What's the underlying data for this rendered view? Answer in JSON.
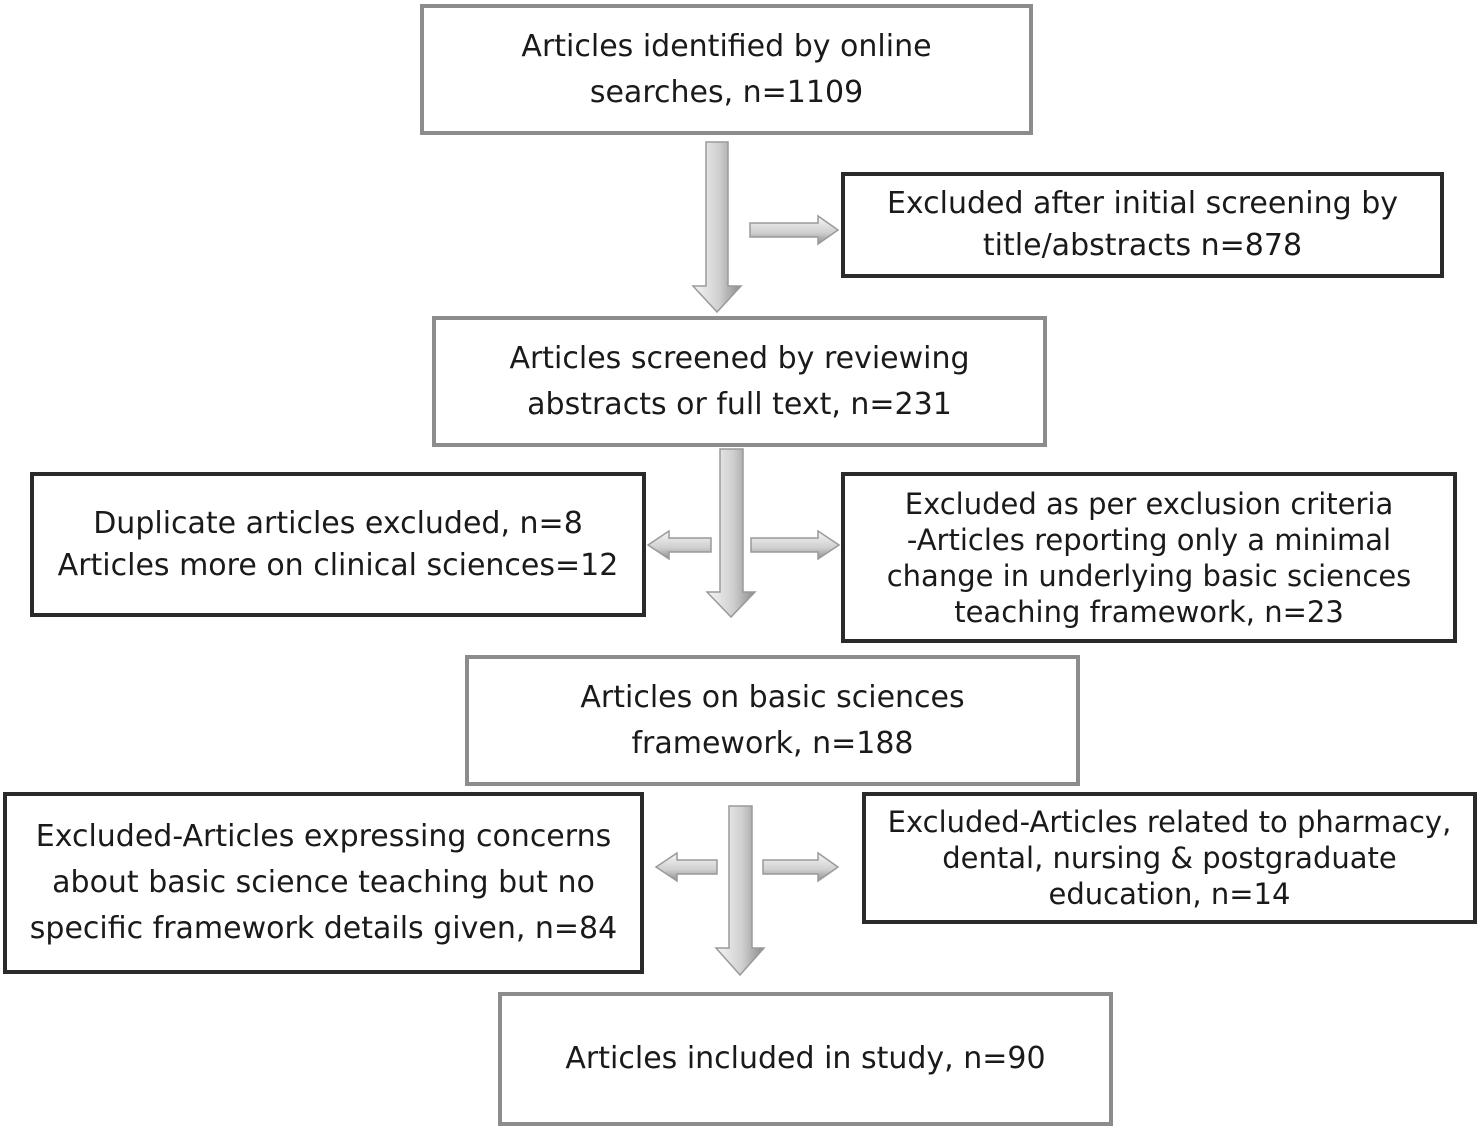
{
  "nodes": {
    "identified": {
      "lines": [
        "Articles identified by online",
        "searches, n=1109"
      ]
    },
    "excluded_initial": {
      "lines": [
        "Excluded after initial screening by",
        "title/abstracts n=878"
      ]
    },
    "screened": {
      "lines": [
        "Articles screened by reviewing",
        "abstracts or full text, n=231"
      ]
    },
    "duplicates": {
      "lines": [
        "Duplicate articles excluded, n=8",
        "Articles more on clinical sciences=12"
      ]
    },
    "excluded_criteria": {
      "lines": [
        "Excluded as per exclusion criteria",
        "-Articles reporting only a minimal",
        "change in underlying basic sciences",
        "teaching  framework, n=23"
      ]
    },
    "basic_framework": {
      "lines": [
        "Articles on basic sciences",
        "framework, n=188"
      ]
    },
    "excluded_concerns": {
      "lines": [
        "Excluded-Articles expressing concerns",
        "about basic science teaching but no",
        "specific framework details given, n=84"
      ]
    },
    "excluded_pharmacy": {
      "lines": [
        "Excluded-Articles related to pharmacy,",
        "dental, nursing & postgraduate",
        "education, n=14"
      ]
    },
    "included": {
      "lines": [
        "Articles included in study, n=90"
      ]
    }
  },
  "edges": [
    {
      "from": "identified",
      "to": "screened",
      "direction": "down"
    },
    {
      "from": "identified",
      "to": "excluded_initial",
      "direction": "right"
    },
    {
      "from": "screened",
      "to": "basic_framework",
      "direction": "down"
    },
    {
      "from": "screened",
      "to": "duplicates",
      "direction": "left"
    },
    {
      "from": "screened",
      "to": "excluded_criteria",
      "direction": "right"
    },
    {
      "from": "basic_framework",
      "to": "included",
      "direction": "down"
    },
    {
      "from": "basic_framework",
      "to": "excluded_concerns",
      "direction": "left"
    },
    {
      "from": "basic_framework",
      "to": "excluded_pharmacy",
      "direction": "right"
    }
  ],
  "colors": {
    "arrow_fill_light": "#f4f4f4",
    "arrow_fill_dark": "#8a8a8a",
    "arrow_stroke": "#9a9a9a",
    "box_border_gray": "#8c8c8c",
    "box_border_dark": "#2a2a2a"
  }
}
